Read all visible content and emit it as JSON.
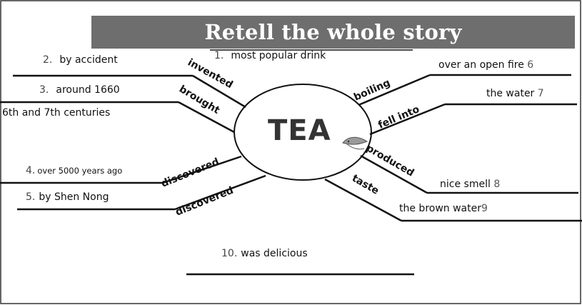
{
  "title": "Retell the whole story",
  "center_word": "TEA",
  "colors": {
    "title_bar": "#6e6e6e",
    "title_text": "#ffffff",
    "line": "#111111"
  },
  "branches": [
    {
      "id": "invented",
      "label": "invented",
      "number": "2.",
      "answer": "by accident"
    },
    {
      "id": "brought",
      "label": "brought",
      "number": "3.",
      "answer": "around 1660",
      "extra": "6th and 7th centuries"
    },
    {
      "id": "discovered1",
      "label": "discovered",
      "number": "4.",
      "answer": "over 5000 years ago"
    },
    {
      "id": "discovered2",
      "label": "discovered",
      "number": "5.",
      "answer": "by  Shen Nong"
    },
    {
      "id": "boiling",
      "label": "boiling",
      "number": "6",
      "answer": "over an open fire"
    },
    {
      "id": "fellinto",
      "label": "fell into",
      "number": "7",
      "answer": "the water"
    },
    {
      "id": "produced",
      "label": "produced",
      "number": "8",
      "answer": "nice smell"
    },
    {
      "id": "taste",
      "label": "taste",
      "number": "9",
      "answer": "the brown water"
    }
  ],
  "top_item": {
    "number": "1.",
    "answer": "most popular drink"
  },
  "bottom_item": {
    "number": "10.",
    "answer": "was delicious"
  },
  "leaf_icon": "tea-leaf-icon"
}
